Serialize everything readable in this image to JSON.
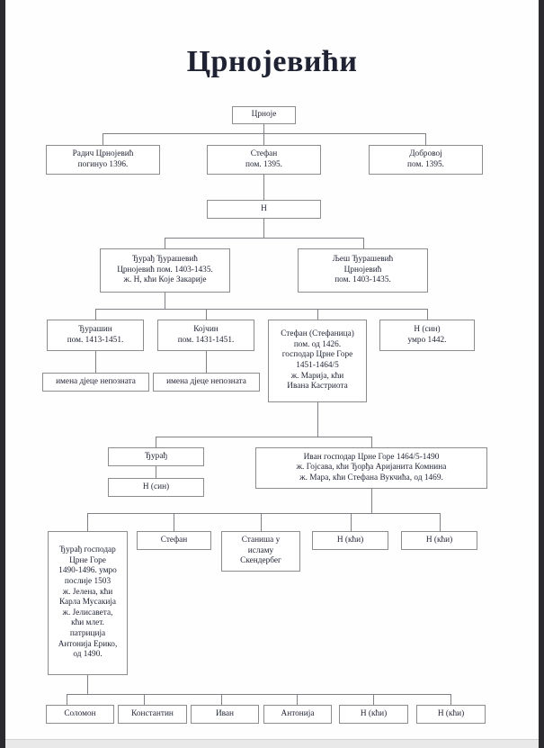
{
  "document": {
    "title": "Црнојевићи",
    "type": "family-tree",
    "language": "sr-Cyrl",
    "colors": {
      "box_border": "#8c8c8c",
      "connector": "#7f7f85",
      "text": "#1f2233",
      "page_background": "#fefefe",
      "edge_strip": "#2b2b2f"
    }
  },
  "nodes": {
    "root": "Црноје",
    "gen2": [
      "Радич Црнојевић\nпогинуо 1396.",
      "Стефан\nпом. 1395.",
      "Добровој\nпом. 1395."
    ],
    "gen3": "Н",
    "gen4": [
      "Ђурађ Ђурашевић\nЦрнојевић пом. 1403-1435.\nж. Н, кћи Које Закарије",
      "Љеш Ђурашевић\nЦрнојевић\nпом. 1403-1435."
    ],
    "gen5": [
      "Ђурашин\nпом. 1413-1451.",
      "Којчин\nпом. 1431-1451.",
      "Стефан (Стефаница)\nпом. од 1426.\nгосподар Црне Горе\n1451-1464/5\nж. Марија, кћи\nИвана Кастриота",
      "Н (син)\nумро 1442."
    ],
    "gen5_unknown": [
      "имена дјеце непозната",
      "имена дјеце непозната"
    ],
    "gen6": [
      "Ђурађ",
      "Иван господар Црне Горе 1464/5-1490\nж. Гојсава, кћи Ђорђа Аријанита Комнина\nж. Мара, кћи Стефана Вукчића, од 1469."
    ],
    "gen6_sub": "Н (син)",
    "gen7": [
      "Ђурађ господар\nЦрне Горе\n1490-1496. умро\nпослије 1503\nж. Јелена, кћи\nКарла Мусакија\nж. Јелисавета,\nкћи млет.\nпатриција\nАнтонија Ерико,\nод 1490.",
      "Стефан",
      "Станиша у\nисламу\nСкендербег",
      "Н (кћи)",
      "Н (кћи)"
    ],
    "gen8": [
      "Соломон",
      "Константин",
      "Иван",
      "Антонија",
      "Н (кћи)",
      "Н (кћи)"
    ]
  }
}
